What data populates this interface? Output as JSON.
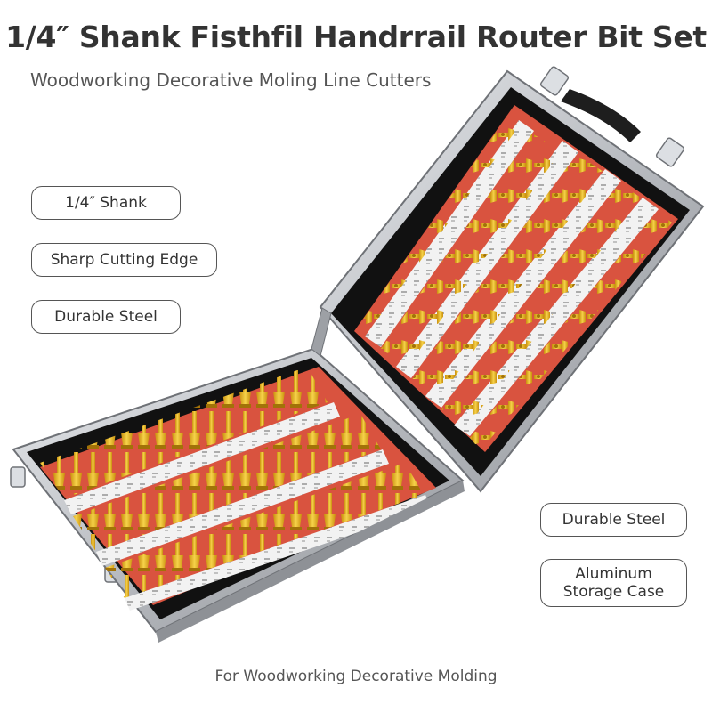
{
  "title": "1/4″ Shank Fisthfil Handrrail Router Bit Set",
  "subtitle": "Woodworking Decorative Moling Line Cutters",
  "badges": {
    "shank": "1/4″ Shank",
    "sharp": "Sharp Cutting Edge",
    "steel_left": "Durable Steel",
    "steel_right": "Durable Steel",
    "case_line1": "Aluminum",
    "case_line2": "Storage Case"
  },
  "footer": "For Woodworking Decorative Molding",
  "colors": {
    "aluminum": "#c9ccd0",
    "liner": "#141414",
    "felt": "#d9533f",
    "label": "#f2f2f2",
    "bit": "#e8b820",
    "text_dark": "#333333"
  },
  "icons": [
    "router-bit-case-photo",
    "case-latch-icon",
    "case-handle-icon"
  ]
}
